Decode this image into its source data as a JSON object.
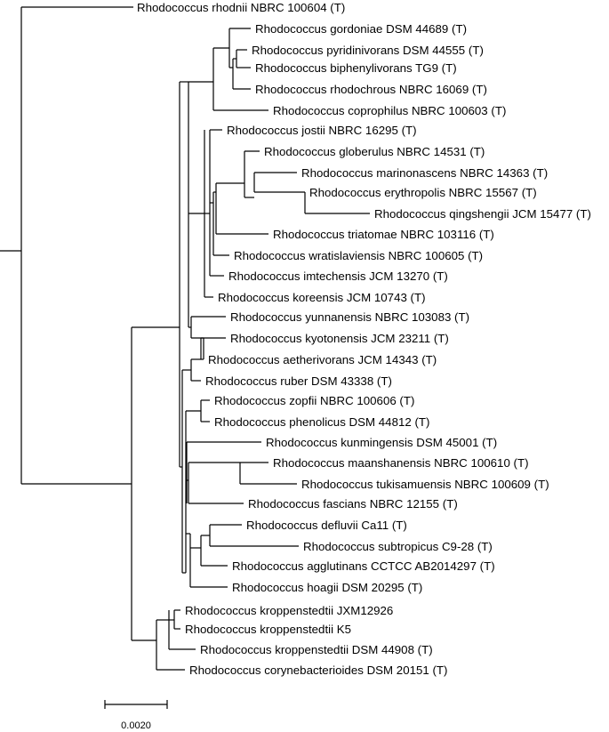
{
  "tree": {
    "leaves": [
      "Rhodococcus rhodnii NBRC 100604 (T)",
      "Rhodococcus gordoniae DSM 44689 (T)",
      "Rhodococcus pyridinivorans DSM 44555 (T)",
      "Rhodococcus biphenylivorans TG9 (T)",
      "Rhodococcus rhodochrous NBRC 16069 (T)",
      "Rhodococcus coprophilus NBRC 100603 (T)",
      "Rhodococcus jostii NBRC 16295 (T)",
      "Rhodococcus globerulus NBRC 14531 (T)",
      "Rhodococcus marinonascens NBRC 14363 (T)",
      "Rhodococcus erythropolis NBRC 15567 (T)",
      "Rhodococcus qingshengii JCM 15477 (T)",
      "Rhodococcus triatomae NBRC 103116 (T)",
      "Rhodococcus wratislaviensis NBRC 100605 (T)",
      "Rhodococcus imtechensis JCM 13270 (T)",
      "Rhodococcus koreensis JCM 10743 (T)",
      "Rhodococcus yunnanensis NBRC 103083 (T)",
      "Rhodococcus kyotonensis JCM 23211 (T)",
      "Rhodococcus aetherivorans JCM 14343 (T)",
      "Rhodococcus ruber DSM 43338 (T)",
      "Rhodococcus zopfii NBRC 100606 (T)",
      "Rhodococcus phenolicus DSM 44812 (T)",
      "Rhodococcus kunmingensis DSM 45001 (T)",
      "Rhodococcus maanshanensis NBRC 100610 (T)",
      "Rhodococcus tukisamuensis NBRC 100609 (T)",
      "Rhodococcus fascians NBRC 12155 (T)",
      "Rhodococcus defluvii Ca11 (T)",
      "Rhodococcus subtropicus C9-28 (T)",
      "Rhodococcus agglutinans CCTCC AB2014297 (T)",
      "Rhodococcus hoagii DSM 20295 (T)",
      "Rhodococcus kroppenstedtii JXM12926",
      "Rhodococcus kroppenstedtii K5",
      "Rhodococcus kroppenstedtii DSM 44908 (T)",
      "Rhodococcus corynebacterioides DSM 20151 (T)"
    ],
    "scale_bar_label": "0.0020"
  }
}
